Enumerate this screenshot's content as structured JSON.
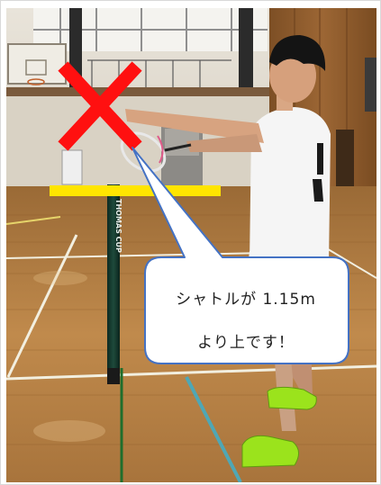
{
  "callout": {
    "line1": "シャトルが 1.15m",
    "line2": "より上です！"
  },
  "net_post": {
    "brand_text": "THOMAS CUP"
  },
  "colors": {
    "wrong_mark": "#ff1010",
    "height_line": "#ffe500",
    "bubble_border": "#4472c4",
    "floor": "#b98142",
    "wall_paneling": "#8a5a2e",
    "shirt": "#f4f4f4",
    "shoes": "#9be31c"
  },
  "icons": {
    "wrong_mark": "red-x-mark-icon"
  }
}
